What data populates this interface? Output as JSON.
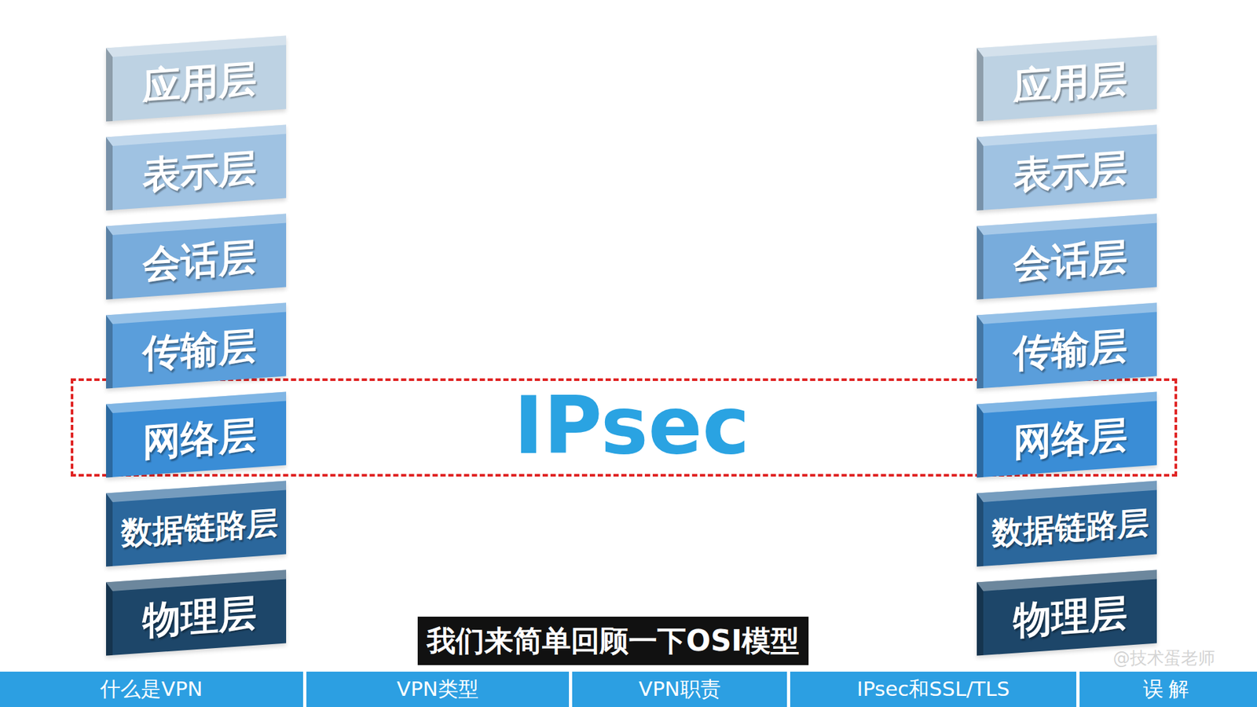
{
  "diagram": {
    "caption": "我们来简单回顾一下OSI模型",
    "nodes": [
      {
        "text": [
          "应用层"
        ]
      },
      {
        "text": [
          "表示层"
        ]
      },
      {
        "text": [
          "会话层"
        ]
      },
      {
        "text": [
          "传输层"
        ]
      },
      {
        "text": [
          "网络层"
        ]
      },
      {
        "text": [
          "数据链路层"
        ]
      },
      {
        "text": [
          "物理层"
        ]
      },
      {
        "text": [
          "IPsec"
        ]
      },
      {
        "text": [
          "应用层"
        ]
      },
      {
        "text": [
          "表示层"
        ]
      },
      {
        "text": [
          "会话层"
        ]
      },
      {
        "text": [
          "传输层"
        ]
      },
      {
        "text": [
          "网络层"
        ]
      },
      {
        "text": [
          "数据链路层"
        ]
      },
      {
        "text": [
          "物理层"
        ]
      },
      {
        "text": [
          "什么是VPN"
        ]
      },
      {
        "text": [
          "VPN类型"
        ]
      },
      {
        "text": [
          "VPN职责"
        ]
      },
      {
        "text": [
          "IPsec和SSL/TLS"
        ]
      },
      {
        "text": [
          "误解"
        ]
      }
    ],
    "labels": [
      "@技术蛋老师"
    ]
  }
}
